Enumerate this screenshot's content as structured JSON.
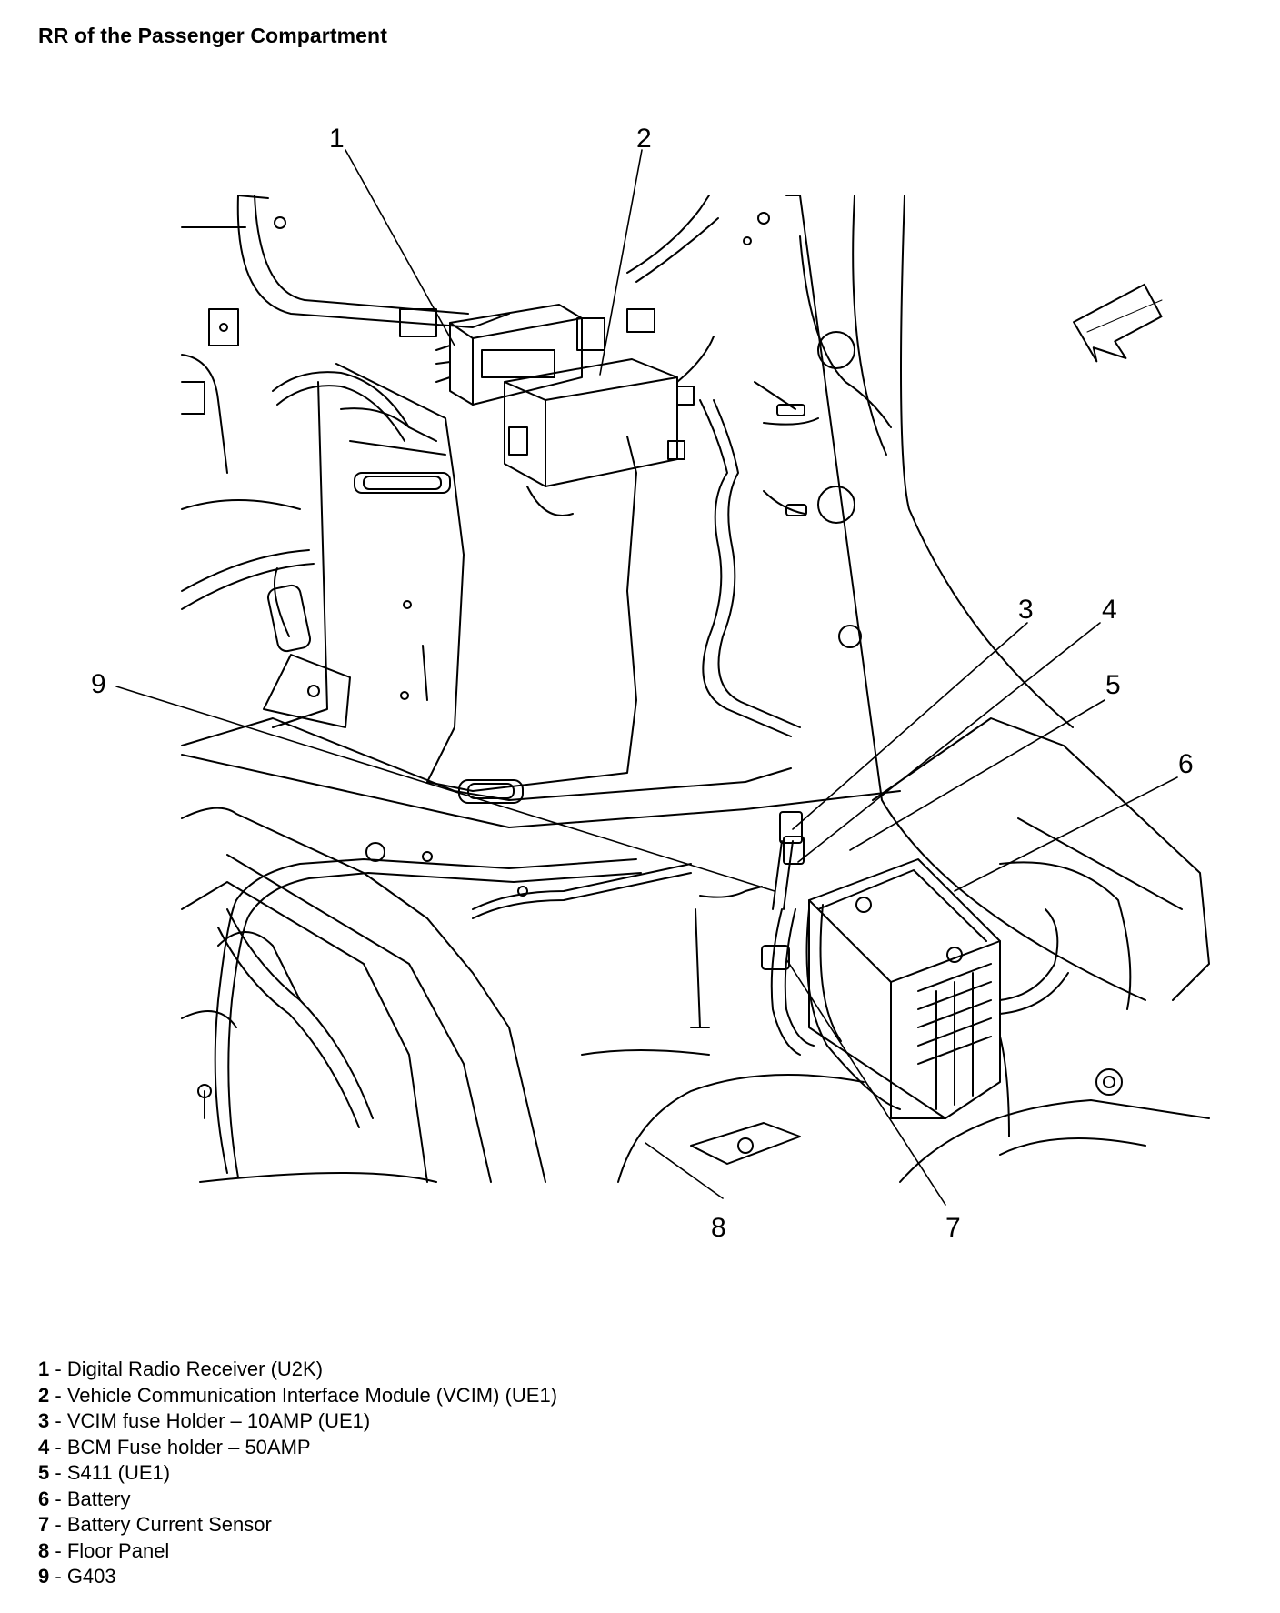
{
  "title": "RR of the Passenger Compartment",
  "callouts": [
    "1",
    "2",
    "3",
    "4",
    "5",
    "6",
    "7",
    "8",
    "9"
  ],
  "legend": [
    {
      "num": "1",
      "sep": " - ",
      "text": "Digital Radio Receiver (U2K)"
    },
    {
      "num": "2",
      "sep": " - ",
      "text": "Vehicle Communication Interface Module (VCIM) (UE1)"
    },
    {
      "num": "3",
      "sep": " - ",
      "text": "VCIM fuse Holder – 10AMP (UE1)"
    },
    {
      "num": "4",
      "sep": " - ",
      "text": "BCM Fuse holder – 50AMP"
    },
    {
      "num": "5",
      "sep": " - ",
      "text": "S411 (UE1)"
    },
    {
      "num": "6",
      "sep": " - ",
      "text": "Battery"
    },
    {
      "num": "7",
      "sep": " - ",
      "text": "Battery Current Sensor"
    },
    {
      "num": "8",
      "sep": " - ",
      "text": "Floor Panel"
    },
    {
      "num": "9",
      "sep": " - ",
      "text": "G403"
    }
  ],
  "colors": {
    "ink": "#000000",
    "paper": "#ffffff"
  }
}
